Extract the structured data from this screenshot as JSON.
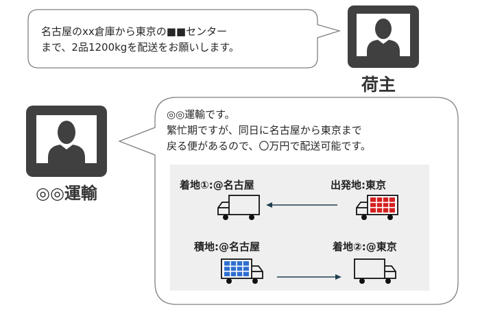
{
  "shipper": {
    "label": "荷主",
    "request_line1": "名古屋のxx倉庫から東京の■■センター",
    "request_line2": "まで、2品1200kgを配送をお願いします。"
  },
  "carrier": {
    "label": "◎◎運輸",
    "reply_line1": "◎◎運輸です。",
    "reply_line2": "繁忙期ですが、同日に名古屋から東京まで",
    "reply_line3": "戻る便があるので、〇万円で配送可能です。"
  },
  "trucks": {
    "arrival1_label": "着地①:@名古屋",
    "origin_label": "出発地:東京",
    "loading_label": "積地:@名古屋",
    "arrival2_label": "着地②:@東京"
  },
  "colors": {
    "monitor": "#404040",
    "bubble_stroke": "#7f7f7f",
    "panel_bg": "#efefef",
    "red_cargo": "#d42020",
    "blue_cargo": "#2f6fcf",
    "arrow": "#1f3f4f"
  },
  "icons": {
    "shipper": "person-monitor-icon",
    "carrier": "person-monitor-icon",
    "trucks": [
      "empty-truck-icon",
      "loaded-red-truck-icon",
      "loaded-blue-truck-icon",
      "empty-truck-icon"
    ]
  }
}
